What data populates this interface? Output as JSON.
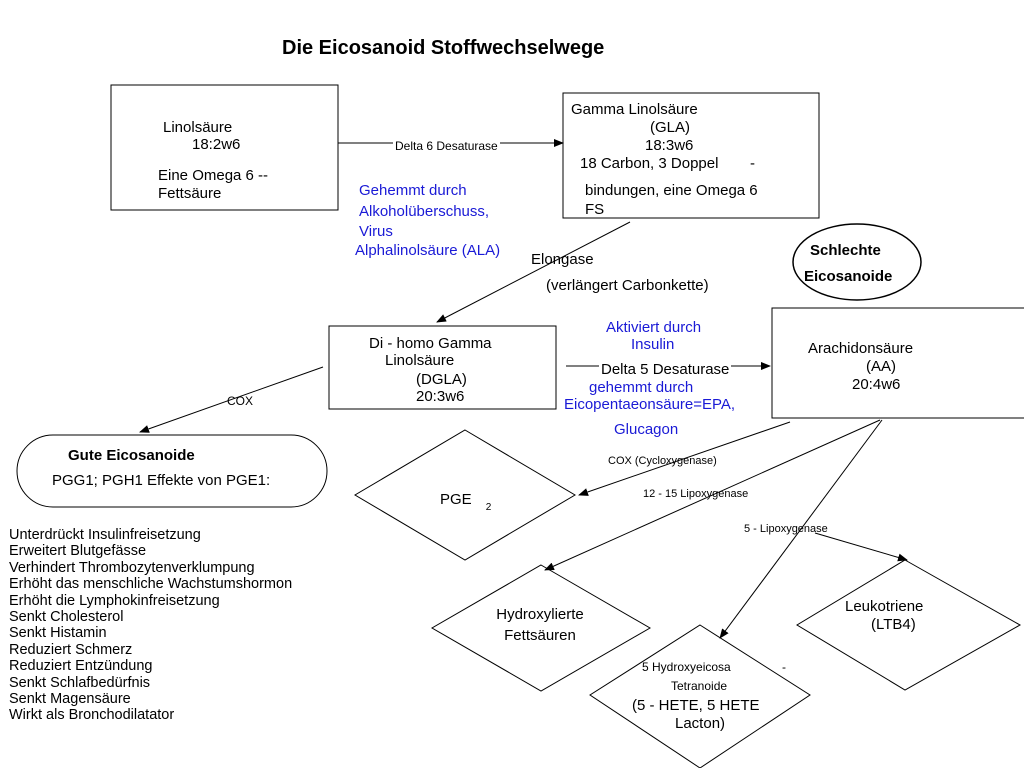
{
  "title": "Die Eicosanoid  Stoffwechselwege",
  "linol": {
    "name": "Linolsäure",
    "code": "18:2w6",
    "desc1": "Eine Omega 6 --",
    "desc2": "Fettsäure"
  },
  "delta6": "Delta 6 Desaturase",
  "gehemmt1": {
    "l1": "Gehemmt durch",
    "l2": "Alkoholüberschuss,",
    "l3": "Virus",
    "l4": "Alphalinolsäure (ALA)"
  },
  "gla": {
    "l1": "Gamma Linolsäure",
    "l2": "(GLA)",
    "l3": "18:3w6",
    "l4": "18 Carbon, 3 Doppel",
    "l4b": "-",
    "l5": "bindungen, eine Omega 6",
    "l6": "FS"
  },
  "elongase": {
    "l1": "Elongase",
    "l2": "(verlängert Carbonkette)"
  },
  "schlechte": {
    "l1": "Schlechte",
    "l2": "Eicosanoide"
  },
  "dgla": {
    "l1": "Di - homo Gamma",
    "l2": "Linolsäure",
    "l3": "(DGLA)",
    "l4": "20:3w6"
  },
  "aktiviert": {
    "l1": "Aktiviert  durch",
    "l2": "Insulin"
  },
  "delta5": "Delta 5 Desaturase",
  "gehemmt2": {
    "l1": "gehemmt durch",
    "l2": "Eicopentaeonsäure=EPA,",
    "l3": "Glucagon"
  },
  "aa": {
    "l1": "Arachidonsäure",
    "l2": "(AA)",
    "l3": "20:4w6"
  },
  "cox_small": "COX",
  "gute": {
    "title": "Gute Eicosanoide",
    "line": "PGG1; PGH1 Effekte von PGE1:"
  },
  "cox_full": "COX (Cycloxygenase)",
  "lipox12": "12 - 15 Lipoxygenase",
  "lipox5": "5 - Lipoxygenase",
  "pge": {
    "label": "PGE",
    "sub": "2"
  },
  "hydroxy": {
    "l1": "Hydroxylierte",
    "l2": "Fettsäuren"
  },
  "leuko": {
    "l1": "Leukotriene",
    "l2": "(LTB4)"
  },
  "hete": {
    "l1": "5 Hydroxyeicosa",
    "dash": "-",
    "l2": "Tetranoide",
    "l3": "(5 - HETE, 5 HETE",
    "l4": "Lacton)"
  },
  "effects": [
    "Unterdrückt  Insulinfreisetzung",
    "Erweitert Blutgefässe",
    "Verhindert Thrombozytenverklumpung",
    "Erhöht das menschliche Wachstumshormon",
    "Erhöht  die Lymphokinfreisetzung",
    "Senkt  Cholesterol",
    "Senkt Histamin",
    "Reduziert  Schmerz",
    "Reduziert Entzündung",
    "Senkt Schlafbedürfnis",
    "Senkt Magensäure",
    "Wirkt als Bronchodilatator"
  ]
}
